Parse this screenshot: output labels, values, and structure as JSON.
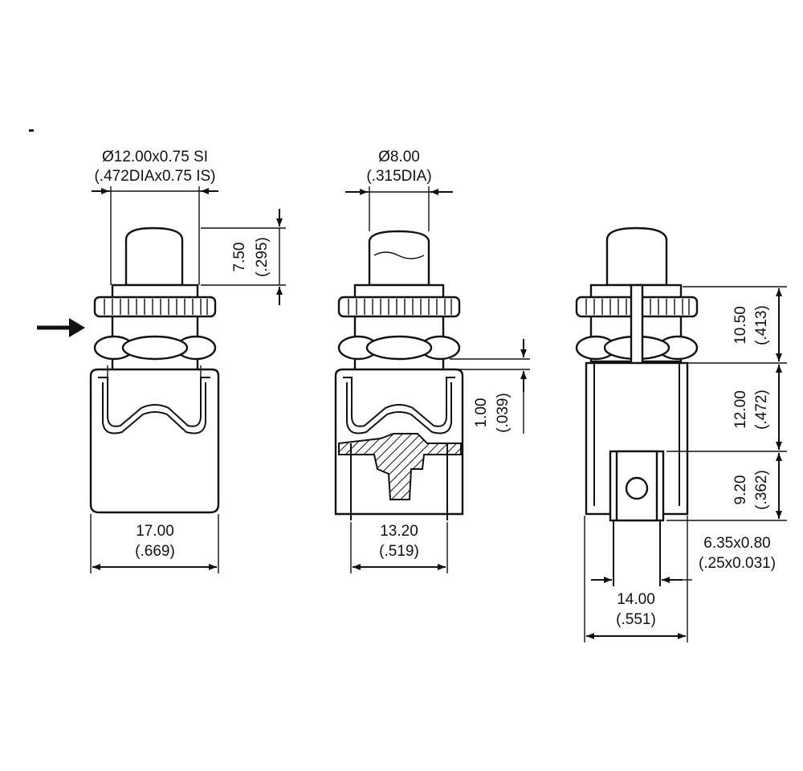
{
  "views": {
    "left": {
      "thread_metric": "Ø12.00x0.75 SI",
      "thread_inch": "(.472DIAx0.75 IS)",
      "height_metric": "7.50",
      "height_inch": "(.295)",
      "width_metric": "17.00",
      "width_inch": "(.669)"
    },
    "middle": {
      "dia_metric": "Ø8.00",
      "dia_inch": "(.315DIA)",
      "gap_metric": "1.00",
      "gap_inch": "(.039)",
      "width_metric": "13.20",
      "width_inch": "(.519)"
    },
    "right": {
      "h1_metric": "10.50",
      "h1_inch": "(.413)",
      "h2_metric": "12.00",
      "h2_inch": "(.472)",
      "h3_metric": "9.20",
      "h3_inch": "(.362)",
      "tab_metric": "6.35x0.80",
      "tab_inch": "(.25x0.031)",
      "width_metric": "14.00",
      "width_inch": "(.551)"
    }
  },
  "colors": {
    "line": "#111111",
    "background": "#ffffff"
  }
}
